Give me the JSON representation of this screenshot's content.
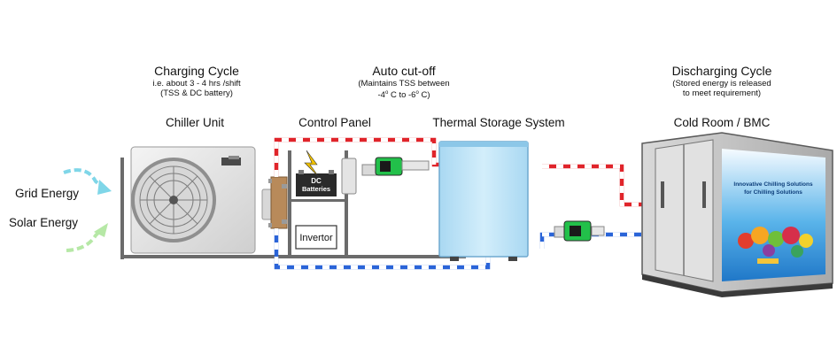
{
  "charging": {
    "heading": "Charging Cycle",
    "line1": "i.e.  about 3 - 4 hrs  /shift",
    "line2": "(TSS & DC battery)"
  },
  "cutoff": {
    "heading": "Auto cut-off",
    "line1": "(Maintains TSS between",
    "line2_prefix": "-4",
    "line2_mid": " C to -6",
    "line2_suffix": " C)",
    "degree": "o"
  },
  "discharging": {
    "heading": "Discharging Cycle",
    "line1": "(Stored energy is released",
    "line2": "to meet requirement)"
  },
  "components": {
    "chiller": "Chiller Unit",
    "control_panel": "Control Panel",
    "tss": "Thermal Storage System",
    "cold_room": "Cold Room / BMC",
    "dc_battery_line1": "DC",
    "dc_battery_line2": "Batteries",
    "invertor": "Invertor"
  },
  "inputs": {
    "grid": "Grid Energy",
    "solar": "Solar Energy"
  },
  "cold_room_panel": {
    "slogan_line1": "Innovative Chilling Solutions",
    "slogan_line2": "for Chilling Solutions"
  },
  "colors": {
    "hot_pipe": "#e0242a",
    "cold_pipe": "#2a64d8",
    "tss_fill": "#bfe3f7",
    "grid_arrow": "#7fd6e8",
    "solar_arrow": "#b6e8a6",
    "pump": "#22c04a"
  }
}
